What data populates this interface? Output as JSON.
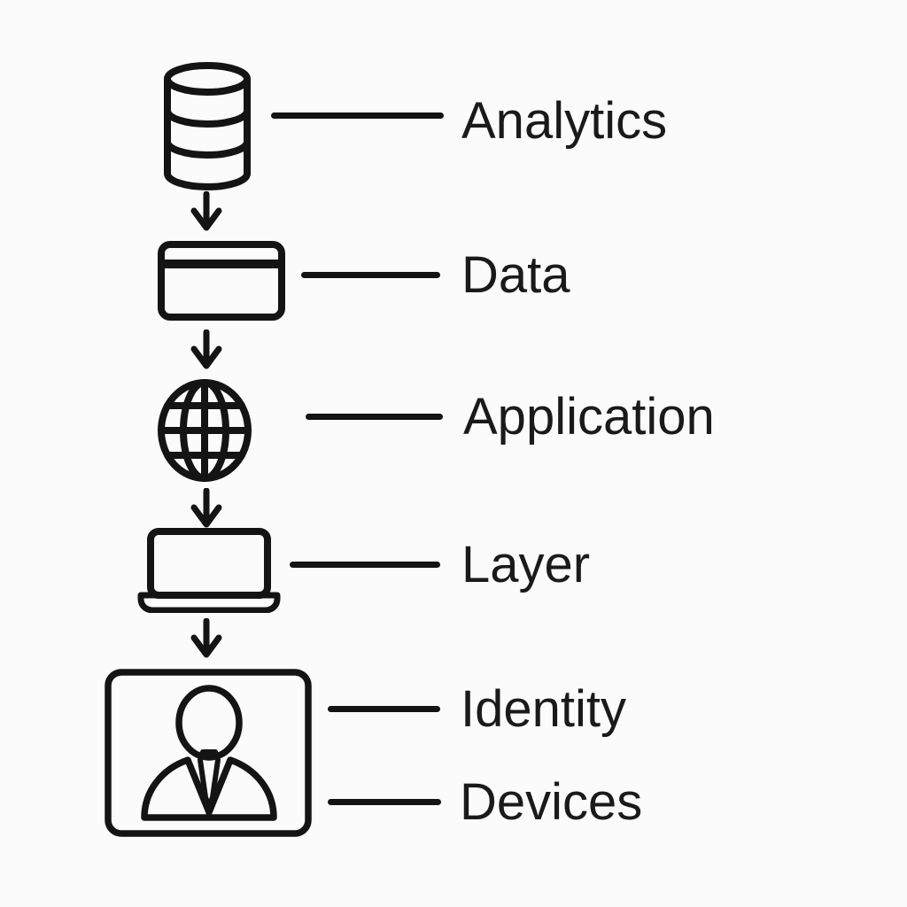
{
  "meta": {
    "type": "flow-diagram",
    "background_color": "#fbfbfb",
    "line_color": "#141414",
    "text_color": "#1a1a1a"
  },
  "diagram": {
    "flow_direction": "vertical",
    "arrow_count": 4,
    "nodes": [
      {
        "icon": "database-icon",
        "label": "Analytics"
      },
      {
        "icon": "credit-card-icon",
        "label": "Data"
      },
      {
        "icon": "globe-icon",
        "label": "Application"
      },
      {
        "icon": "laptop-icon",
        "label": "Layer"
      },
      {
        "icon": "id-card-person-icon",
        "labels": [
          "Identity",
          "Devices"
        ]
      }
    ]
  }
}
